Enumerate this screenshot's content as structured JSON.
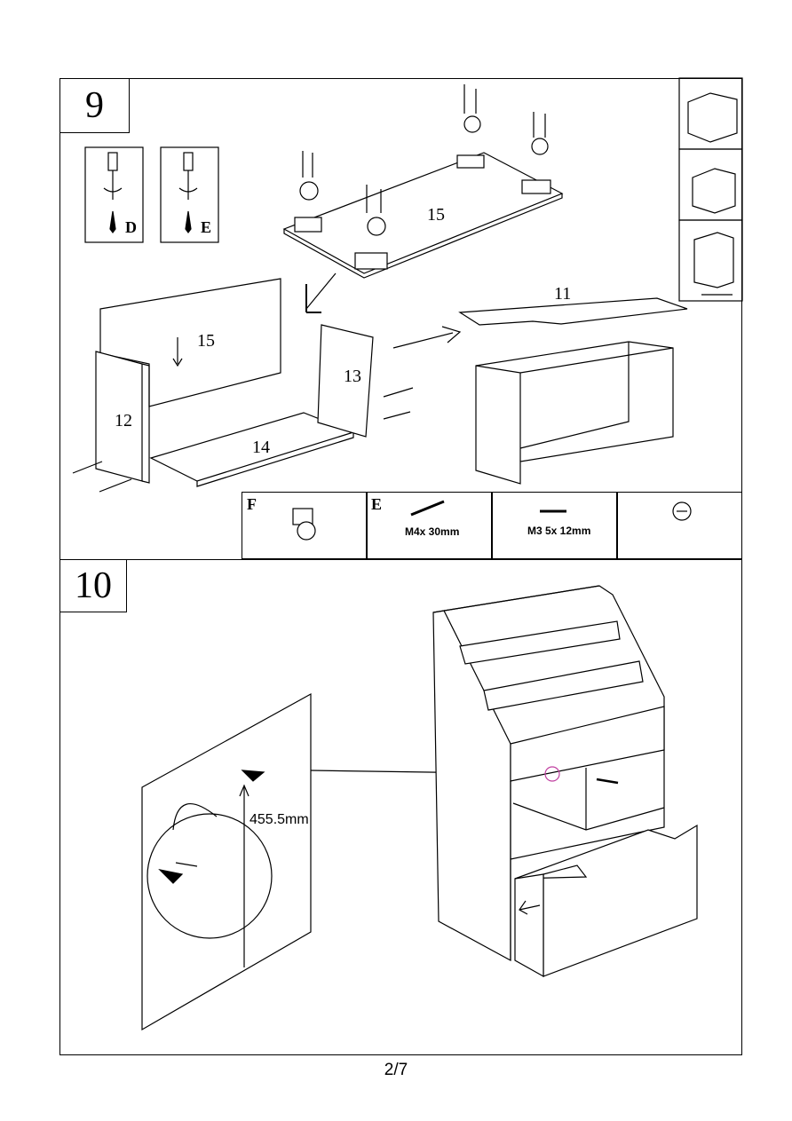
{
  "steps": {
    "step9": {
      "number": "9"
    },
    "step10": {
      "number": "10"
    }
  },
  "tools": {
    "d_label": "D",
    "e_label": "E"
  },
  "parts": {
    "p15_top": "15",
    "p15_back": "15",
    "p12": "12",
    "p13": "13",
    "p14": "14",
    "p11": "11"
  },
  "hardware": {
    "f_letter": "F",
    "e_letter": "E",
    "e_spec": "M4x 30mm",
    "m3_spec": "M3 5x 12mm"
  },
  "wall_anchor": {
    "height_label": "455.5mm"
  },
  "page_number": "2/7"
}
